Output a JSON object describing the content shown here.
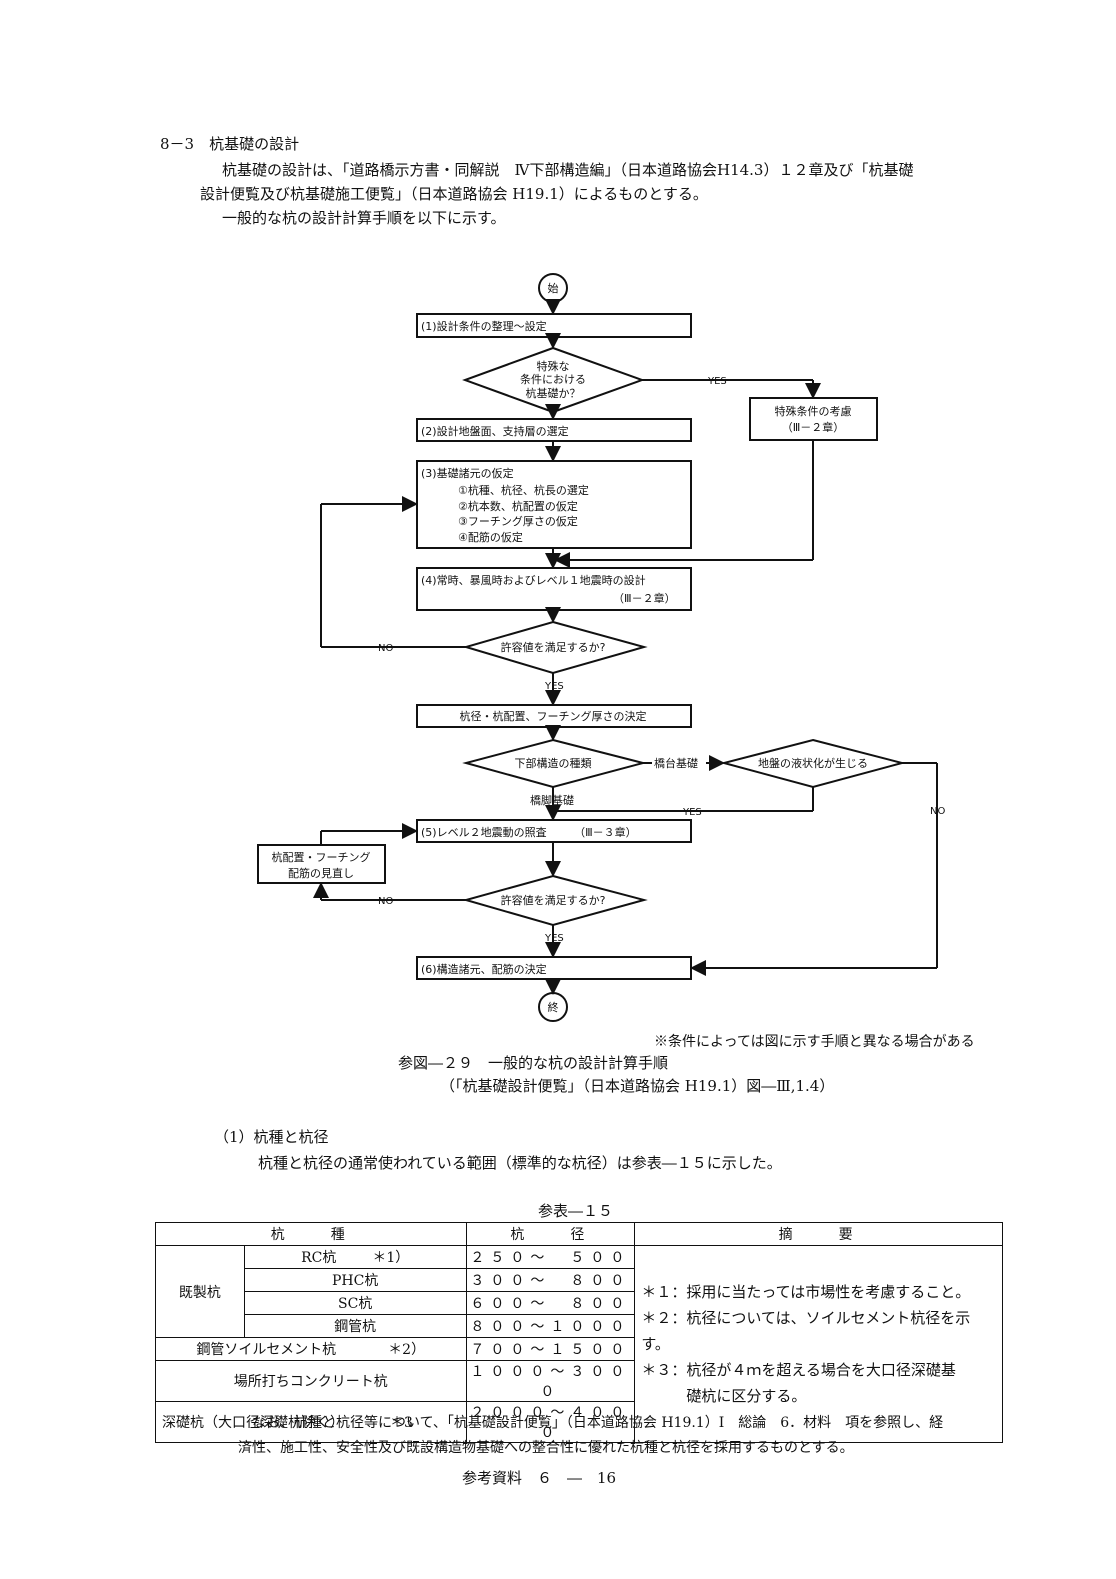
{
  "section": {
    "heading": "8－3　杭基礎の設計",
    "para_line1": "杭基礎の設計は、「道路橋示方書・同解説　Ⅳ下部構造編」（日本道路協会H14.3）１２章及び「杭基礎",
    "para_line2": "設計便覧及び杭基礎施工便覧」（日本道路協会 H19.1）によるものとする。",
    "para_line3": "一般的な杭の設計計算手順を以下に示す。"
  },
  "flow": {
    "start": "始",
    "end": "終",
    "box1": "(1)設計条件の整理～設定",
    "dec1": [
      "特殊な",
      "条件における",
      "杭基礎か？"
    ],
    "yes": "YES",
    "no": "NO",
    "special": [
      "特殊条件の考慮",
      "（Ⅲ－２章）"
    ],
    "box2": "(2)設計地盤面、支持層の選定",
    "box3": [
      "(3)基礎諸元の仮定",
      "①杭種、杭径、杭長の選定",
      "②杭本数、杭配置の仮定",
      "③フーチング厚さの仮定",
      "④配筋の仮定"
    ],
    "box4": [
      "(4)常時、暴風時およびレベル１地震時の設計",
      "（Ⅲ－２章）"
    ],
    "dec2": "許容値を満足するか?",
    "box_det": "杭径・杭配置、フーチング厚さの決定",
    "dec3": "下部構造の種類",
    "abutment": "橋台基礎",
    "pier": "橋脚基礎",
    "dec4": "地盤の液状化が生じる",
    "box5": "(5)レベル２地震動の照査　　　（Ⅲ－３章）",
    "review": [
      "杭配置・フーチング",
      "配筋の見直し"
    ],
    "dec5": "許容値を満足するか?",
    "box6": "(6)構造諸元、配筋の決定"
  },
  "figure": {
    "note": "※条件によっては図に示す手順と異なる場合がある",
    "caption": "参図―２９　一般的な杭の設計計算手順",
    "source": "（「杭基礎設計便覧」（日本道路協会 H19.1）図―Ⅲ,1.4）"
  },
  "sub1": {
    "heading": "（1）杭種と杭径",
    "text": "杭種と杭径の通常使われている範囲（標準的な杭径）は参表―１５に示した。"
  },
  "table": {
    "caption": "参表―１５",
    "col_type": "杭　　種",
    "col_dia": "杭　　径",
    "col_rem": "摘　　要",
    "group": "既製杭",
    "rows": [
      {
        "type": "RC杭",
        "mark": "＊1）",
        "dia": "２５０～　５００"
      },
      {
        "type": "PHC杭",
        "mark": "",
        "dia": "３００～　８００"
      },
      {
        "type": "SC杭",
        "mark": "",
        "dia": "６００～　８００"
      },
      {
        "type": "鋼管杭",
        "mark": "",
        "dia": "８００～１０００"
      },
      {
        "type": "鋼管ソイルセメント杭",
        "mark": "＊2）",
        "dia": "７００～１５００"
      },
      {
        "type": "場所打ちコンクリート杭",
        "mark": "",
        "dia": "１０００～３０００"
      },
      {
        "type": "深礎杭（大口径深礎杭除く）",
        "mark": "＊3",
        "dia": "２０００～４０００"
      }
    ],
    "remarks": [
      "＊１：採用に当たっては市場性を考慮すること。",
      "＊２：杭径については、ソイルセメント杭径を示す。",
      "＊３：杭径が４ｍを超える場合を大口径深礎基",
      "　　　礎杭に区分する。"
    ]
  },
  "footer": {
    "note_line1": "なお、杭種と杭径等について、「杭基礎設計便覧」（日本道路協会 H19.1）Ⅰ　総論　6．材料　項を参照し、経",
    "note_line2": "済性、施工性、安全性及び既設構造物基礎への整合性に優れた杭種と杭径を採用するものとする。",
    "page": "参考資料　６　―　16"
  }
}
